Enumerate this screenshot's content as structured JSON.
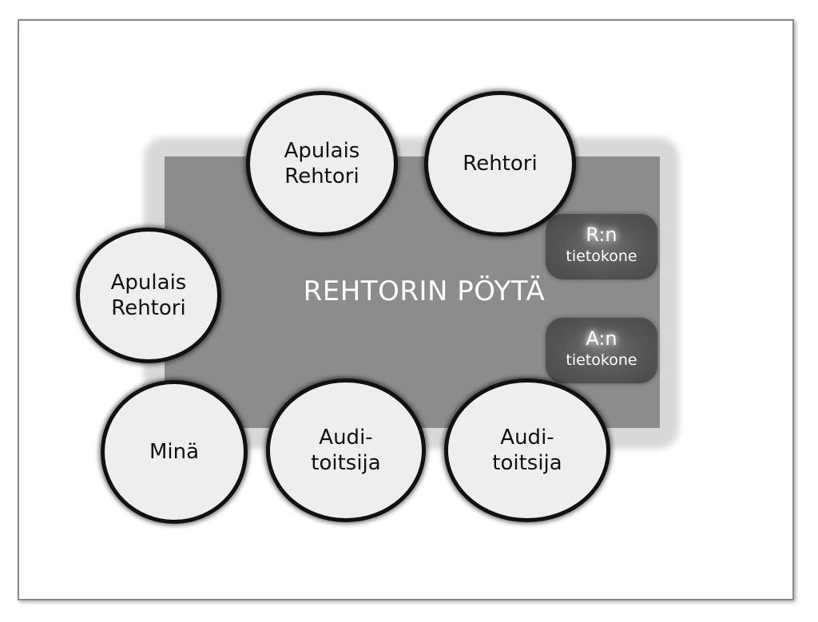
{
  "diagram": {
    "table_label": "REHTORIN PÖYTÄ",
    "seats": [
      {
        "id": "apulais-rehtori-top",
        "label": "Apulais\nRehtori"
      },
      {
        "id": "rehtori",
        "label": "Rehtori"
      },
      {
        "id": "apulais-rehtori-left",
        "label": "Apulais\nRehtori"
      },
      {
        "id": "mina",
        "label": "Minä"
      },
      {
        "id": "auditoitsija-1",
        "label": "Audi-\ntoitsija"
      },
      {
        "id": "auditoitsija-2",
        "label": "Audi-\ntoitsija"
      }
    ],
    "computers": [
      {
        "title": "R:n",
        "subtitle": "tietokone"
      },
      {
        "title": "A:n",
        "subtitle": "tietokone"
      }
    ]
  }
}
